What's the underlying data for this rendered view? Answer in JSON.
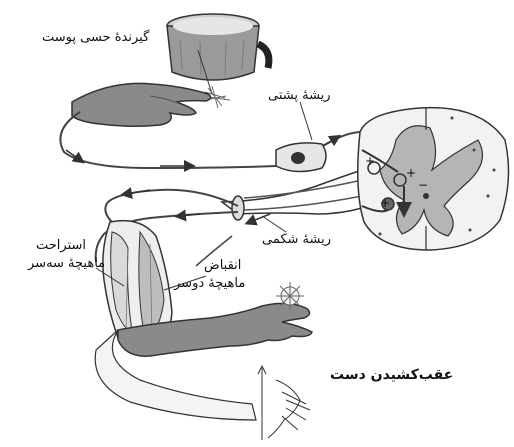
{
  "labels": {
    "skin_receptor": "گیرندهٔ حسی پوست",
    "dorsal_root": "ریشهٔ پشتی",
    "ventral_root": "ریشهٔ شکمی",
    "triceps_line1": "استراحت",
    "triceps_line2": "ماهیچهٔ سه‌سر",
    "biceps_line1": "انقباض",
    "biceps_line2": "ماهیچهٔ دوسر",
    "withdrawal": "عقب‌کشیدن دست"
  },
  "spinal_cord_signs": [
    "+",
    "+",
    "−",
    "+"
  ],
  "colors": {
    "skin": "#8a8a8a",
    "muscle": "#d9d9d9",
    "cord_gray": "#b5b5b5",
    "nerve": "#555555"
  }
}
